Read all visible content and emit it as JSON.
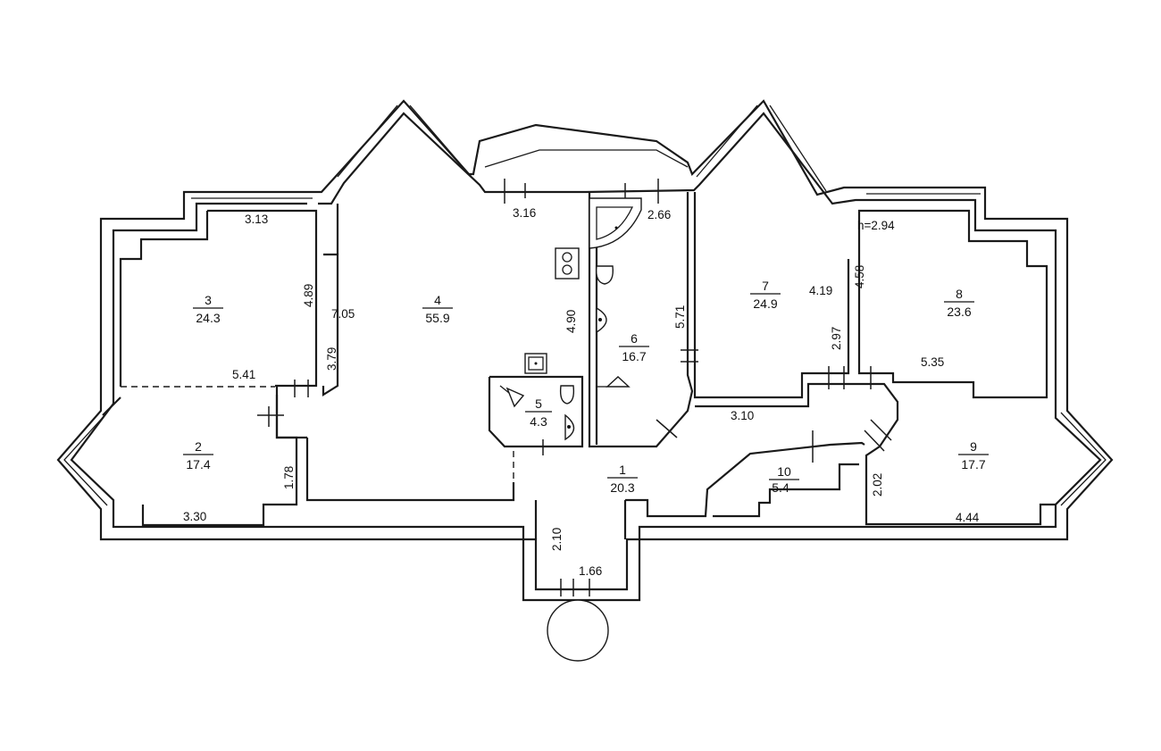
{
  "ceiling_height": "h=2.94",
  "rooms": [
    {
      "number": "1",
      "area": "20.3"
    },
    {
      "number": "2",
      "area": "17.4"
    },
    {
      "number": "3",
      "area": "24.3"
    },
    {
      "number": "4",
      "area": "55.9"
    },
    {
      "number": "5",
      "area": "4.3"
    },
    {
      "number": "6",
      "area": "16.7"
    },
    {
      "number": "7",
      "area": "24.9"
    },
    {
      "number": "8",
      "area": "23.6"
    },
    {
      "number": "9",
      "area": "17.7"
    },
    {
      "number": "10",
      "area": "5.4"
    }
  ],
  "dimensions": {
    "d_313": "3.13",
    "d_489": "4.89",
    "d_705": "7.05",
    "d_379": "3.79",
    "d_541": "5.41",
    "d_316": "3.16",
    "d_266": "2.66",
    "d_490": "4.90",
    "d_571": "5.71",
    "d_419": "4.19",
    "d_458": "4.58",
    "d_297": "2.97",
    "d_535": "5.35",
    "d_310": "3.10",
    "d_178": "1.78",
    "d_330": "3.30",
    "d_202": "2.02",
    "d_444": "4.44",
    "d_210": "2.10",
    "d_166": "1.66"
  }
}
